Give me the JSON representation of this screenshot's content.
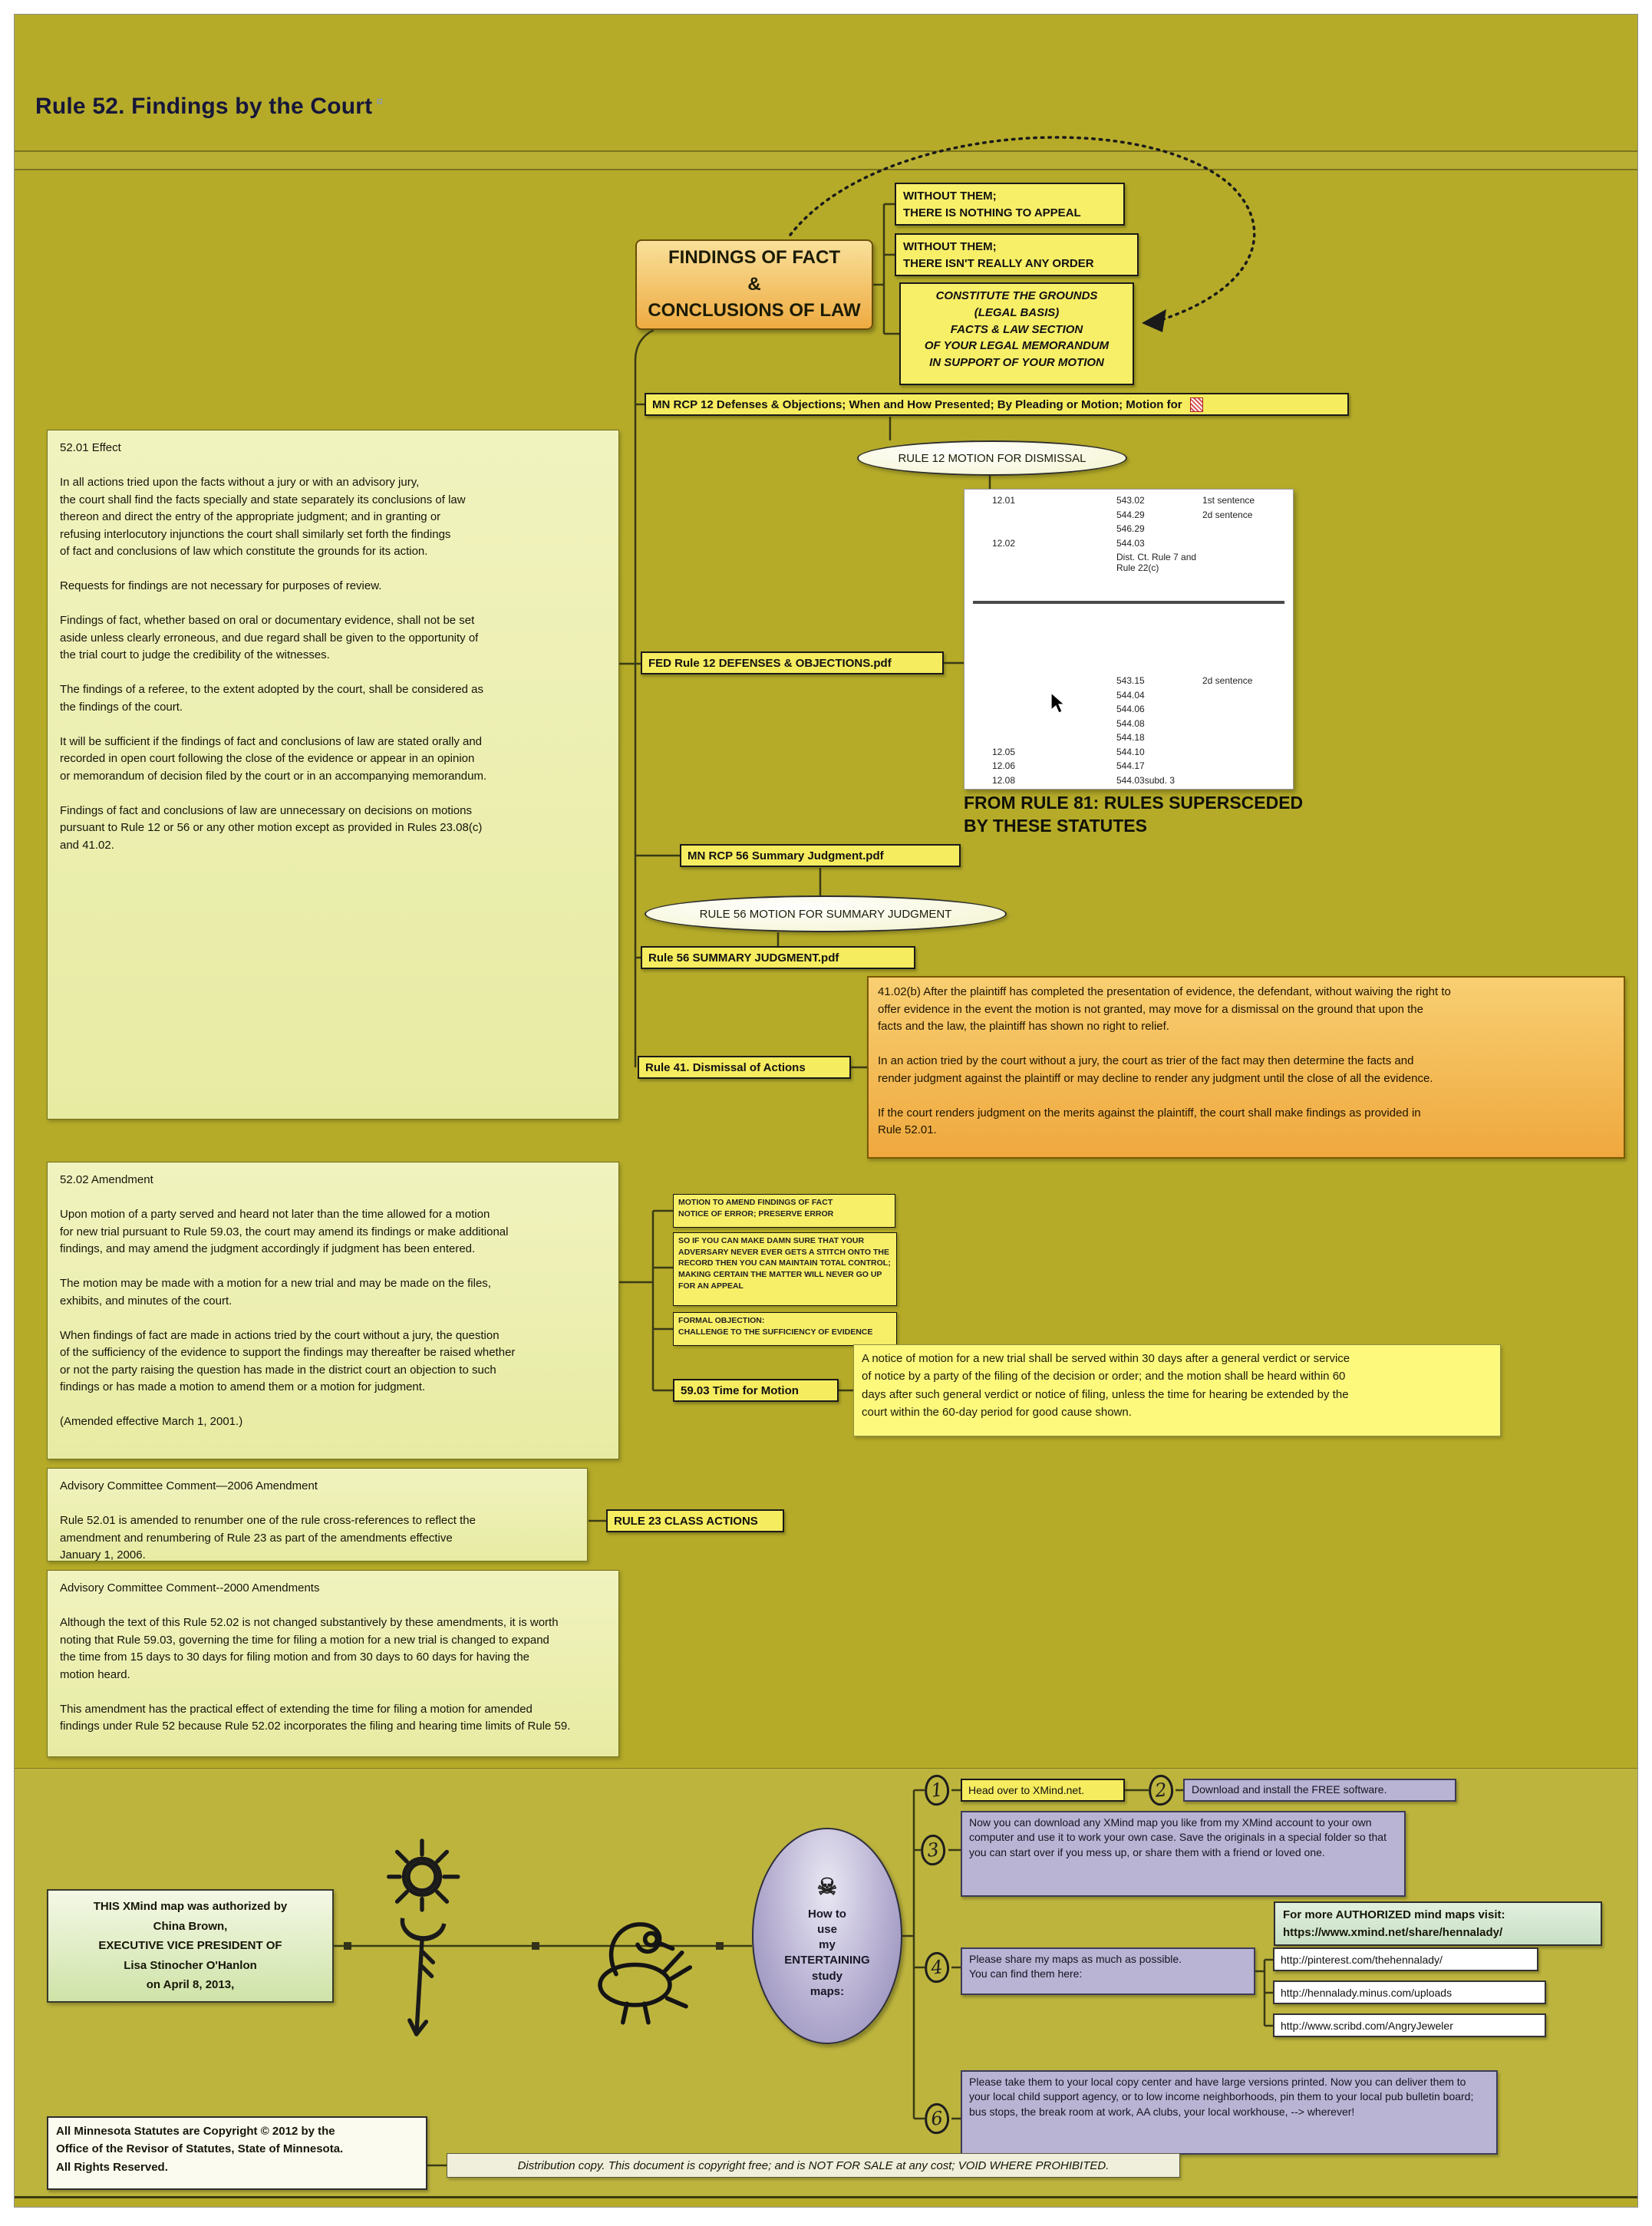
{
  "title": {
    "text": "Rule 52. Findings by the Court"
  },
  "central": {
    "label": "FINDINGS OF FACT\n&\nCONCLUSIONS OF LAW"
  },
  "callouts": {
    "appeal": "WITHOUT THEM;\nTHERE IS NOTHING TO APPEAL",
    "order": "WITHOUT THEM;\nTHERE ISN'T REALLY ANY ORDER",
    "grounds": "CONSTITUTE THE GROUNDS\n(LEGAL BASIS)\nFACTS & LAW SECTION\nOF YOUR LEGAL MEMORANDUM\nIN SUPPORT OF YOUR MOTION"
  },
  "nodes": {
    "mn_rcp12": "MN RCP 12 Defenses & Objections; When and How Presented; By Pleading or Motion; Motion for",
    "rule12_motion": "RULE 12 MOTION FOR DISMISSAL",
    "fed_rule12_pdf": "FED Rule 12 DEFENSES & OBJECTIONS.pdf",
    "mn_rcp56_pdf": "MN RCP 56 Summary Judgment.pdf",
    "rule56_motion": "RULE 56 MOTION FOR SUMMARY JUDGMENT",
    "rule56_pdf": "Rule 56 SUMMARY JUDGMENT.pdf",
    "rule41": "Rule 41. Dismissal of Actions",
    "rule23": "RULE 23 CLASS ACTIONS",
    "rule5903": "59.03 Time for Motion"
  },
  "statutes": {
    "rows_a": [
      {
        "c0": "12.01",
        "c1": "543.02",
        "c2": "1st sentence"
      },
      {
        "c0": "",
        "c1": "544.29",
        "c2": "2d sentence"
      },
      {
        "c0": "",
        "c1": "546.29",
        "c2": ""
      },
      {
        "c0": "12.02",
        "c1": "544.03",
        "c2": ""
      },
      {
        "c0": "",
        "c1": "Dist. Ct. Rule 7 and Rule 22(c)",
        "c2": ""
      }
    ],
    "rows_b": [
      {
        "c0": "",
        "c1": "543.15",
        "c2": "2d sentence"
      },
      {
        "c0": "",
        "c1": "544.04",
        "c2": ""
      },
      {
        "c0": "",
        "c1": "544.06",
        "c2": ""
      },
      {
        "c0": "",
        "c1": "544.08",
        "c2": ""
      },
      {
        "c0": "",
        "c1": "544.18",
        "c2": ""
      },
      {
        "c0": "12.05",
        "c1": "544.10",
        "c2": ""
      },
      {
        "c0": "12.06",
        "c1": "544.17",
        "c2": ""
      },
      {
        "c0": "12.08",
        "c1": "544.03subd. 3",
        "c2": ""
      }
    ],
    "caption": "FROM RULE 81: RULES SUPERSCEDED\nBY THESE STATUTES"
  },
  "notes": {
    "rule5201": "52.01 Effect\n\nIn all actions tried upon the facts without a jury or with an advisory jury,\nthe court shall find the facts specially and state separately its conclusions of law\nthereon and direct the entry of the appropriate judgment; and in granting or\nrefusing interlocutory injunctions the court shall similarly set forth the findings\nof fact and conclusions of law which constitute the grounds for its action.\n\nRequests for findings are not necessary for purposes of review.\n\nFindings of fact, whether based on oral or documentary evidence, shall not be set\naside unless clearly erroneous, and due regard shall be given to the opportunity of\nthe trial court to judge the credibility of the witnesses.\n\nThe findings of a referee, to the extent adopted by the court, shall be considered as\nthe findings of the court.\n\nIt will be sufficient if the findings of fact and conclusions of law are stated orally and\nrecorded in open court following the close of the evidence or appear in an opinion\nor memorandum of decision filed by the court or in an accompanying memorandum.\n\nFindings of fact and conclusions of law are unnecessary on decisions on motions\npursuant to Rule 12 or 56 or any other motion except as provided in Rules 23.08(c)\nand 41.02.",
    "rule5202": "52.02 Amendment\n\nUpon motion of a party served and heard not later than the time allowed for a motion\nfor new trial pursuant to Rule 59.03, the court may amend its findings or make additional\nfindings, and may amend the judgment accordingly if judgment has been entered.\n\nThe motion may be made with a motion for a new trial and may be made on the files,\nexhibits, and minutes of the court.\n\nWhen findings of fact are made in actions tried by the court without a jury, the question\nof the sufficiency of the evidence to support the findings may thereafter be raised whether\nor not the party raising the question has made in the district court an objection to such\nfindings or has made a motion to amend them or a motion for judgment.\n\n(Amended effective March 1, 2001.)",
    "advisory2006": "Advisory Committee Comment—2006 Amendment\n\nRule 52.01 is amended to renumber one of the rule cross-references to reflect the\namendment and renumbering of Rule 23 as part of the amendments effective\nJanuary 1, 2006.",
    "advisory2000": "Advisory Committee Comment--2000 Amendments\n\nAlthough the text of this Rule 52.02 is not changed substantively by these amendments, it is worth\nnoting that Rule 59.03, governing the time for filing a motion for a new trial is changed to expand\nthe time from 15 days to 30 days for filing motion and from 30 days to 60 days for having the\nmotion heard.\n\nThis amendment has the practical effect of extending the time for filing a motion for amended\nfindings under Rule 52 because Rule 52.02 incorporates the filing and hearing time limits of Rule 59.",
    "rule4102b": "41.02(b) After the plaintiff has completed the presentation of evidence, the defendant, without waiving the right to\noffer evidence in the event the motion is not granted, may move for a dismissal on the ground that upon the\nfacts and the law, the plaintiff has shown no right to relief.\n\nIn an action tried by the court without a jury, the  court as trier of the fact may then determine the facts and\nrender judgment against the plaintiff or may decline to render any judgment until the close of all the evidence.\n\nIf the court renders judgment on the merits against the plaintiff, the court shall make findings as provided in\nRule 52.01.",
    "notice_motion": "A notice of motion for a new trial shall be served within 30 days after a general verdict or service\nof notice by a party of the filing of the decision or order; and the motion shall be heard within 60\ndays after such general verdict or notice of filing, unless the time for hearing be extended by the\ncourt within the 60-day period for good cause shown.",
    "amend_findings": "MOTION TO AMEND FINDINGS OF FACT\nNOTICE OF ERROR; PRESERVE ERROR",
    "damn_sure": "SO IF YOU CAN MAKE DAMN SURE THAT YOUR ADVERSARY NEVER EVER GETS A STITCH ONTO THE RECORD THEN YOU CAN MAINTAIN TOTAL CONTROL; MAKING CERTAIN THE MATTER WILL NEVER GO UP FOR AN APPEAL",
    "formal_objection": "FORMAL OBJECTION:\nCHALLENGE TO THE SUFFICIENCY OF EVIDENCE"
  },
  "footer": {
    "authorized": "THIS XMind map was authorized by\nChina Brown,\nEXECUTIVE VICE PRESIDENT OF\nLisa Stinocher O'Hanlon\non April 8, 2013,",
    "howto": "How to\nuse\nmy\nENTERTAINING\nstudy\nmaps:",
    "skull": "☠",
    "steps": {
      "n1": "1",
      "n2": "2",
      "n3": "3",
      "n4": "4",
      "n6": "6",
      "s1": "Head over to XMind.net.",
      "s2": "Download and install the FREE software.",
      "s3": "Now you can download any XMind map you like from my XMind account to your own computer  and use it to work your own case. Save the originals in a special  folder so that you can start over if you mess up, or share them with  a friend or loved one.",
      "s4": "Please share my maps as much as possible.\nYou can find them here:",
      "s6": "Please take them to your local copy center and have large versions printed. Now you can deliver them to your local child support agency, or to low income neighborhoods, pin them to your local pub bulletin board; bus stops, the break room at work, AA clubs, your local workhouse, --> wherever!"
    },
    "more_maps": "For more AUTHORIZED mind maps visit:\nhttps://www.xmind.net/share/hennalady/",
    "links": [
      "http://pinterest.com/thehennalady/",
      "http://hennalady.minus.com/uploads",
      "http://www.scribd.com/AngryJeweler"
    ],
    "copyright": "All Minnesota Statutes are Copyright © 2012 by the\nOffice of the Revisor of Statutes, State of Minnesota.\nAll Rights Reserved.",
    "distribution": "Distribution copy. This document is copyright free; and is NOT FOR SALE at any cost; VOID WHERE PROHIBITED."
  },
  "colors": {
    "canvas": "#b5ab29",
    "canvas_lower": "#bdb43e",
    "topic_orange": "#eeab42",
    "highlight_yellow": "#f6ec5f",
    "note_yellow": "#fdf97d",
    "note_green": "#edf0b6",
    "orange_note": "#f3b95a",
    "purple": "#b9b3d4"
  }
}
